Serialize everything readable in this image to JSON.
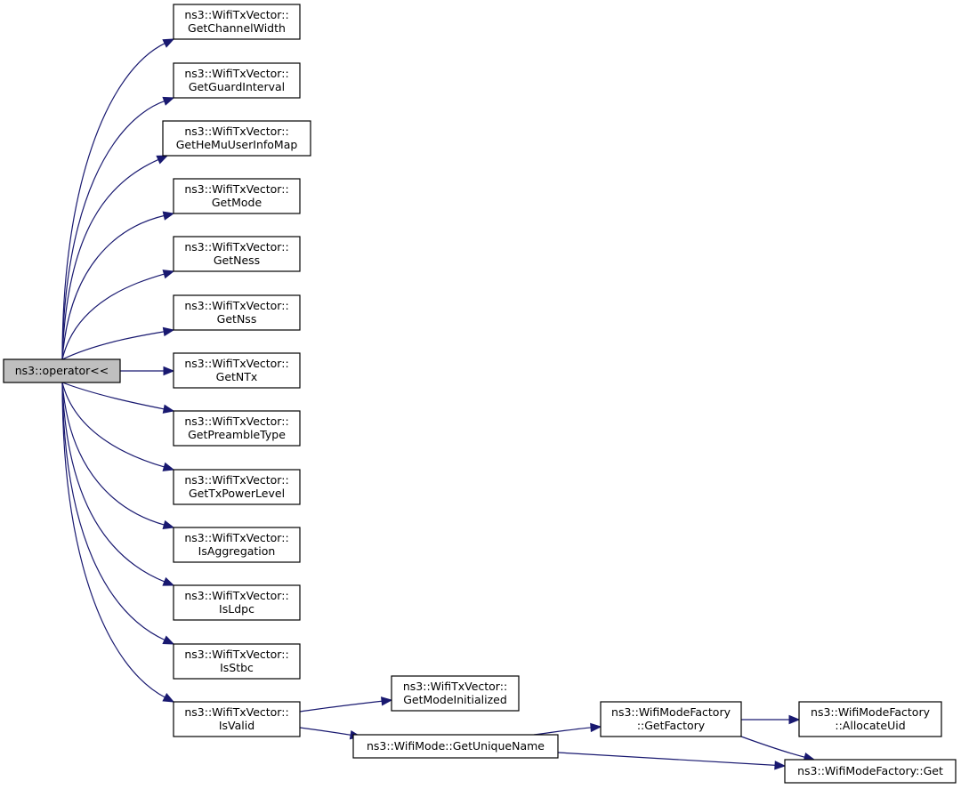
{
  "graph": {
    "root": {
      "id": "op",
      "lines": [
        "ns3::operator<<"
      ]
    },
    "nodes": [
      {
        "id": "chw",
        "lines": [
          "ns3::WifiTxVector::",
          "GetChannelWidth"
        ]
      },
      {
        "id": "gi",
        "lines": [
          "ns3::WifiTxVector::",
          "GetGuardInterval"
        ]
      },
      {
        "id": "hemu",
        "lines": [
          "ns3::WifiTxVector::",
          "GetHeMuUserInfoMap"
        ]
      },
      {
        "id": "mode",
        "lines": [
          "ns3::WifiTxVector::",
          "GetMode"
        ]
      },
      {
        "id": "ness",
        "lines": [
          "ns3::WifiTxVector::",
          "GetNess"
        ]
      },
      {
        "id": "nss",
        "lines": [
          "ns3::WifiTxVector::",
          "GetNss"
        ]
      },
      {
        "id": "ntx",
        "lines": [
          "ns3::WifiTxVector::",
          "GetNTx"
        ]
      },
      {
        "id": "pre",
        "lines": [
          "ns3::WifiTxVector::",
          "GetPreambleType"
        ]
      },
      {
        "id": "txp",
        "lines": [
          "ns3::WifiTxVector::",
          "GetTxPowerLevel"
        ]
      },
      {
        "id": "agg",
        "lines": [
          "ns3::WifiTxVector::",
          "IsAggregation"
        ]
      },
      {
        "id": "ldpc",
        "lines": [
          "ns3::WifiTxVector::",
          "IsLdpc"
        ]
      },
      {
        "id": "stbc",
        "lines": [
          "ns3::WifiTxVector::",
          "IsStbc"
        ]
      },
      {
        "id": "valid",
        "lines": [
          "ns3::WifiTxVector::",
          "IsValid"
        ]
      },
      {
        "id": "gmi",
        "lines": [
          "ns3::WifiTxVector::",
          "GetModeInitialized"
        ]
      },
      {
        "id": "uname",
        "lines": [
          "ns3::WifiMode::GetUniqueName"
        ]
      },
      {
        "id": "fact",
        "lines": [
          "ns3::WifiModeFactory",
          "::GetFactory"
        ]
      },
      {
        "id": "auid",
        "lines": [
          "ns3::WifiModeFactory",
          "::AllocateUid"
        ]
      },
      {
        "id": "get",
        "lines": [
          "ns3::WifiModeFactory::Get"
        ]
      }
    ],
    "edges": [
      {
        "from": "op",
        "to": "chw"
      },
      {
        "from": "op",
        "to": "gi"
      },
      {
        "from": "op",
        "to": "hemu"
      },
      {
        "from": "op",
        "to": "mode"
      },
      {
        "from": "op",
        "to": "ness"
      },
      {
        "from": "op",
        "to": "nss"
      },
      {
        "from": "op",
        "to": "ntx"
      },
      {
        "from": "op",
        "to": "pre"
      },
      {
        "from": "op",
        "to": "txp"
      },
      {
        "from": "op",
        "to": "agg"
      },
      {
        "from": "op",
        "to": "ldpc"
      },
      {
        "from": "op",
        "to": "stbc"
      },
      {
        "from": "op",
        "to": "valid"
      },
      {
        "from": "valid",
        "to": "gmi"
      },
      {
        "from": "valid",
        "to": "uname"
      },
      {
        "from": "uname",
        "to": "fact"
      },
      {
        "from": "uname",
        "to": "get"
      },
      {
        "from": "fact",
        "to": "auid"
      },
      {
        "from": "fact",
        "to": "get"
      }
    ]
  },
  "colors": {
    "edge": "#191970",
    "root_fill": "#bfbfbf",
    "node_fill": "#ffffff",
    "border": "#000000"
  }
}
